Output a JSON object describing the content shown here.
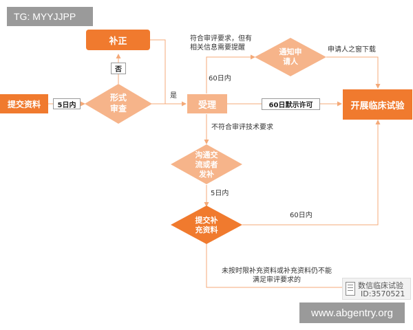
{
  "colors": {
    "dark_orange": "#f07a2e",
    "light_orange": "#f6b48a",
    "line": "#f4a978",
    "watermark_bg": "#9a9a9a"
  },
  "watermark_top": "TG: MYYJJPP",
  "watermark_bottom": "www.abgentry.org",
  "stamp": {
    "line1": "数信临床试验",
    "line2": "ID:3570521"
  },
  "nodes": {
    "submit": "提交资料",
    "supplement": "补正",
    "formal_review": [
      "形式",
      "审查"
    ],
    "accept": "受理",
    "notify": [
      "通知申",
      "请人"
    ],
    "communicate": [
      "沟通交",
      "流或者",
      "发补"
    ],
    "submit_supplement": [
      "提交补",
      "充资料"
    ],
    "start_trial": "开展临床试验"
  },
  "edges": {
    "days5_box": "5日内",
    "no_box": "否",
    "yes": "是",
    "compliant_note": [
      "符合审评要求，但有",
      "相关信息需要提醒"
    ],
    "applicant_download": "申请人之窗下载",
    "days60_a": "60日内",
    "silent_permit": "60日默示许可",
    "noncompliant": "不符合审评技术要求",
    "days5_b": "5日内",
    "days60_b": "60日内",
    "fail_note": [
      "未按时限补充资料或补充资料仍不能",
      "满足审评要求的"
    ]
  }
}
